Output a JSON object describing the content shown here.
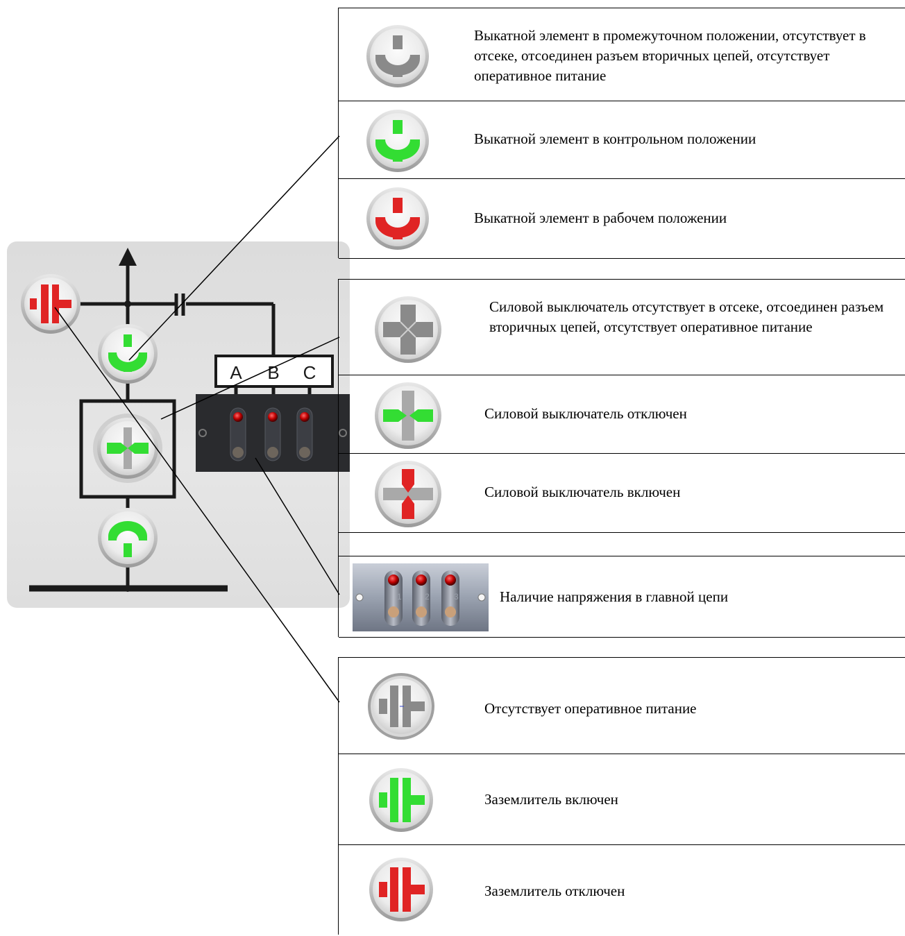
{
  "colors": {
    "green": "#33dd33",
    "red": "#e02424",
    "gray": "#8a8a8a",
    "line": "#1a1a1a",
    "panel": "#e0e0e0"
  },
  "diagram": {
    "phase_labels": [
      "A",
      "B",
      "C"
    ]
  },
  "legend": {
    "group1": [
      {
        "icon": "withdrawable-intermediate-gray-icon",
        "text": "Выкатной элемент в промежуточном положении, отсутствует в отсеке, отсоединен разъем вторичных цепей, отсутствует оперативное питание"
      },
      {
        "icon": "withdrawable-test-green-icon",
        "text": "Выкатной элемент в контрольном положении"
      },
      {
        "icon": "withdrawable-service-red-icon",
        "text": "Выкатной элемент в рабочем положении"
      }
    ],
    "group2": [
      {
        "icon": "breaker-absent-gray-icon",
        "text": "Силовой выключатель отсутствует в отсеке, отсо­единен разъем вторичных цепей, отсутствует опе­ративное питание"
      },
      {
        "icon": "breaker-off-green-icon",
        "text": "Силовой выключатель отключен"
      },
      {
        "icon": "breaker-on-red-icon",
        "text": "Силовой выключатель включен"
      },
      {
        "icon": "voltage-indicator-icon",
        "text": "Наличие напряжения в главной цепи"
      }
    ],
    "group3": [
      {
        "icon": "earthing-no-power-gray-icon",
        "text": "Отсутствует оперативное питание"
      },
      {
        "icon": "earthing-on-green-icon",
        "text": "Заземлитель включен"
      },
      {
        "icon": "earthing-off-red-icon",
        "text": "Заземлитель отключен"
      }
    ]
  },
  "indicator_numbers": [
    "1",
    "2",
    "3"
  ]
}
